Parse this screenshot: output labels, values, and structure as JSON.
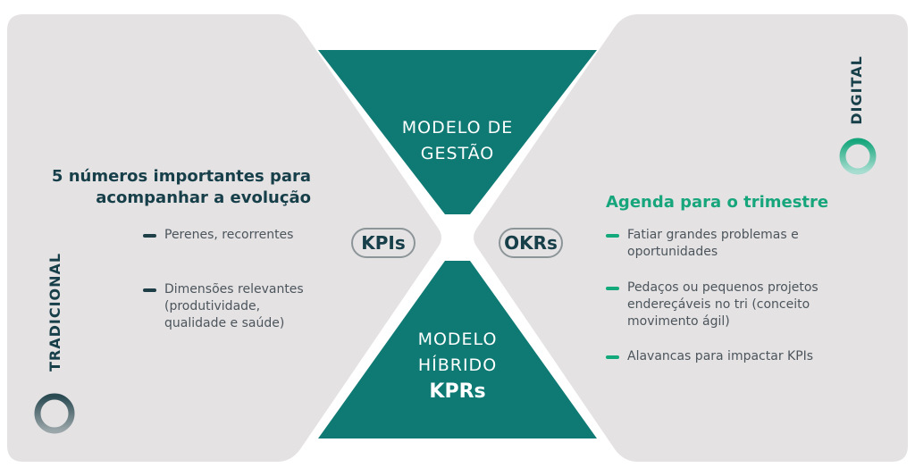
{
  "left_panel": {
    "vertical_label": "TRADICIONAL",
    "title_lines": [
      "5 números importantes para",
      "acompanhar a evolução"
    ],
    "bullets": [
      {
        "lines": [
          "Perenes, recorrentes"
        ]
      },
      {
        "lines": [
          "Dimensões relevantes",
          "(produtividade,",
          "qualidade e saúde)"
        ]
      }
    ]
  },
  "center": {
    "top_lines": [
      "MODELO DE",
      "GESTÃO"
    ],
    "bottom_lines": [
      "MODELO",
      "HÍBRIDO"
    ],
    "bottom_bold": "KPRs",
    "left_pill": "KPIs",
    "right_pill": "OKRs"
  },
  "right_panel": {
    "vertical_label": "DIGITAL",
    "title": "Agenda para o trimestre",
    "bullets": [
      {
        "lines": [
          "Fatiar grandes problemas e",
          "oportunidades"
        ]
      },
      {
        "lines": [
          "Pedaços ou pequenos projetos",
          "endereçáveis no tri (conceito",
          "movimento ágil)"
        ]
      },
      {
        "lines": [
          "Alavancas para impactar KPIs"
        ]
      }
    ]
  },
  "colors": {
    "panel": "#e5e2e4",
    "teal": "#0f7a74",
    "dark_navy": "#163f49",
    "green": "#17a67c",
    "pill_border": "#8c9598"
  }
}
